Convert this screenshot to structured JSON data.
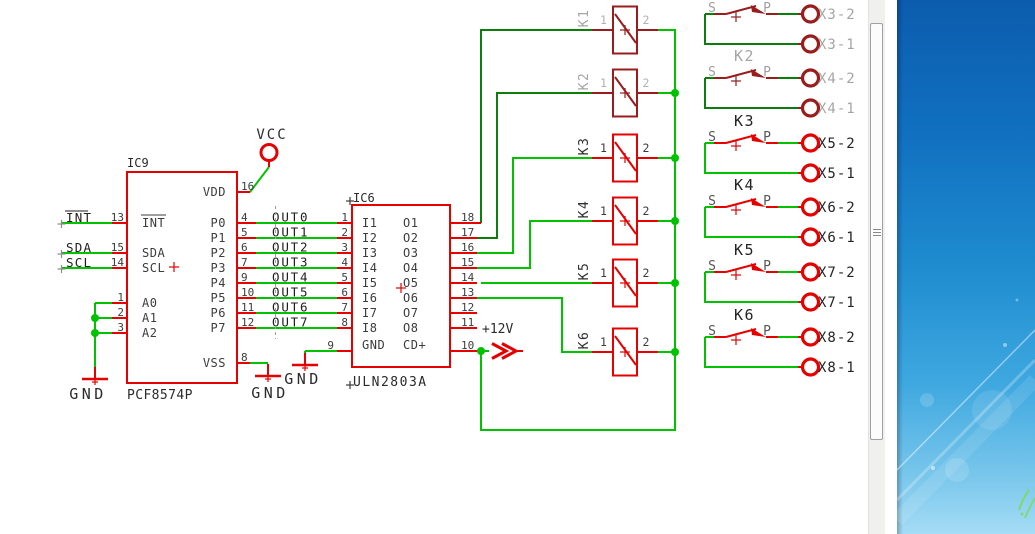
{
  "palette": {
    "red": "#e60000",
    "red_dim": "#9a1c1c",
    "green": "#00c300",
    "green_dim": "#0c7e0c",
    "junction": "#00c300",
    "text": "#2b2b2b",
    "text_dim": "#a5a5a5",
    "num": "#3c3c3c",
    "num_dim": "#b2b2b2",
    "sp": "#555555",
    "sp_dim": "#a0a0a0",
    "dash": "#9f9f9f",
    "cross_gray": "#8d8d8d"
  },
  "ic9": {
    "ref": "IC9",
    "value": "PCF8574P",
    "left_pins": [
      {
        "num": "13",
        "name": "INT",
        "net": "INT",
        "overline": true
      },
      {
        "num": "15",
        "name": "SDA",
        "net": "SDA"
      },
      {
        "num": "14",
        "name": "SCL",
        "net": "SCL",
        "origin": true
      },
      {
        "num": "1",
        "name": "A0"
      },
      {
        "num": "2",
        "name": "A1"
      },
      {
        "num": "3",
        "name": "A2"
      }
    ],
    "right_pins": [
      {
        "num": "16",
        "name": "VDD",
        "power": "vcc"
      },
      {
        "num": "4",
        "name": "P0",
        "net": "OUT0"
      },
      {
        "num": "5",
        "name": "P1",
        "net": "OUT1"
      },
      {
        "num": "6",
        "name": "P2",
        "net": "OUT2"
      },
      {
        "num": "7",
        "name": "P3",
        "net": "OUT3"
      },
      {
        "num": "9",
        "name": "P4",
        "net": "OUT4"
      },
      {
        "num": "10",
        "name": "P5",
        "net": "OUT5"
      },
      {
        "num": "11",
        "name": "P6",
        "net": "OUT6"
      },
      {
        "num": "12",
        "name": "P7",
        "net": "OUT7"
      },
      {
        "num": "8",
        "name": "VSS",
        "power": "gnd"
      }
    ]
  },
  "ic6": {
    "ref": "IC6",
    "value": "ULN2803A",
    "left_pins": [
      {
        "num": "1",
        "name": "I1"
      },
      {
        "num": "2",
        "name": "I2"
      },
      {
        "num": "3",
        "name": "I3"
      },
      {
        "num": "4",
        "name": "I4"
      },
      {
        "num": "5",
        "name": "I5"
      },
      {
        "num": "6",
        "name": "I6"
      },
      {
        "num": "7",
        "name": "I7"
      },
      {
        "num": "8",
        "name": "I8"
      },
      {
        "num": "9",
        "name": "GND"
      }
    ],
    "right_pins": [
      {
        "num": "18",
        "name": "O1"
      },
      {
        "num": "17",
        "name": "O2"
      },
      {
        "num": "16",
        "name": "O3"
      },
      {
        "num": "15",
        "name": "O4"
      },
      {
        "num": "14",
        "name": "O5"
      },
      {
        "num": "13",
        "name": "O6"
      },
      {
        "num": "12",
        "name": "O7"
      },
      {
        "num": "11",
        "name": "O8"
      },
      {
        "num": "10",
        "name": "CD+"
      }
    ]
  },
  "power": {
    "vcc": "VCC",
    "gnd": "GND",
    "v12": "+12V"
  },
  "relays": {
    "coil_pin_numbers": [
      "1",
      "2"
    ],
    "contact_s": "S",
    "contact_p": "P",
    "coils": [
      {
        "name": "K1",
        "dim": true
      },
      {
        "name": "K2",
        "dim": true
      },
      {
        "name": "K3",
        "dim": false
      },
      {
        "name": "K4",
        "dim": false
      },
      {
        "name": "K5",
        "dim": false
      },
      {
        "name": "K6",
        "dim": false
      }
    ],
    "contacts": [
      {
        "label": "",
        "dim": true,
        "pads": [
          "X3-2",
          "X3-1"
        ]
      },
      {
        "label": "K2",
        "dim": true,
        "pads": [
          "X4-2",
          "X4-1"
        ]
      },
      {
        "label": "K3",
        "dim": false,
        "pads": [
          "X5-2",
          "X5-1"
        ]
      },
      {
        "label": "K4",
        "dim": false,
        "pads": [
          "X6-2",
          "X6-1"
        ]
      },
      {
        "label": "K5",
        "dim": false,
        "pads": [
          "X7-2",
          "X7-1"
        ]
      },
      {
        "label": "K6",
        "dim": false,
        "pads": [
          "X8-2",
          "X8-1"
        ]
      }
    ]
  },
  "scrollbar": {
    "track": "#f0f0ef",
    "thumb": "#fcfcfc",
    "thumb_border": "#a0a0a0",
    "grip": "#8a8a8a"
  },
  "desktop": {
    "top": "#0c5cad",
    "upper": "#1170c0",
    "mid": "#1e8ccf",
    "lower": "#3fa8e0",
    "light": "#7cc8ec",
    "bottom": "#a5dcf5",
    "streak": "#ffffff",
    "sparkle": "#7ed957"
  }
}
